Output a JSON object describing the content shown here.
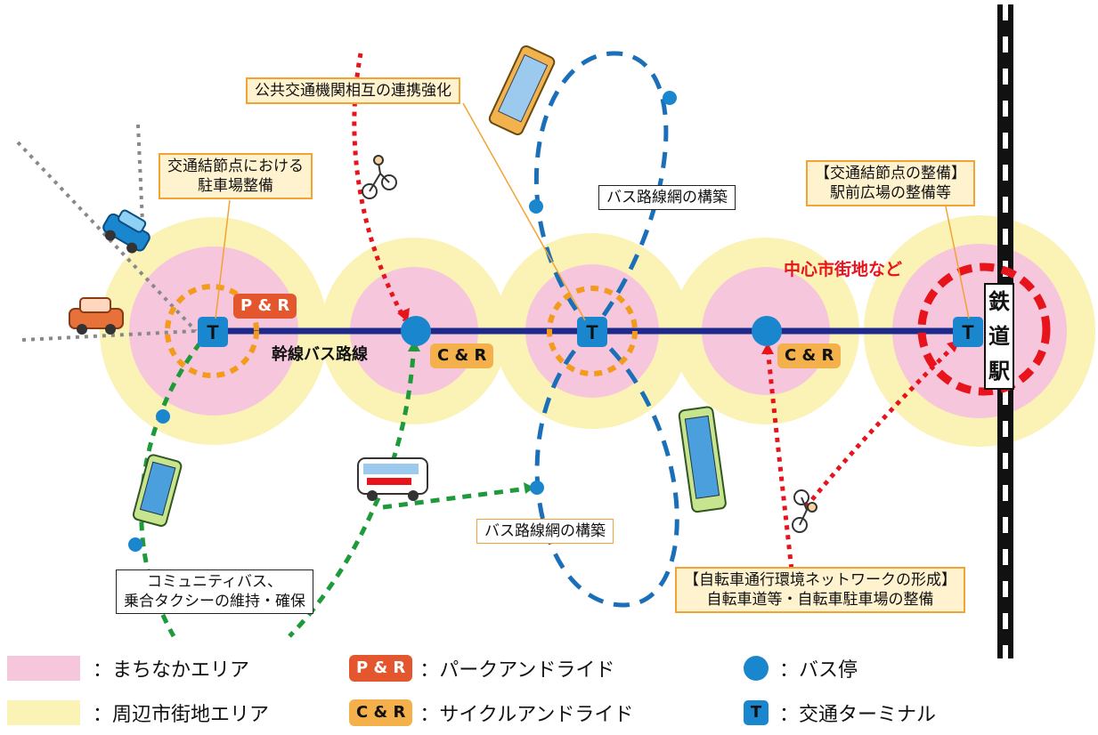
{
  "callouts": {
    "p_r_parking": [
      "交通結節点における",
      "駐車場整備"
    ],
    "coordination": [
      "公共交通機関相互の連携強化"
    ],
    "bus_network_top": [
      "バス路線網の構築"
    ],
    "terminal_dev": [
      "【交通結節点の整備】",
      "駅前広場の整備等"
    ],
    "bus_network_bottom": [
      "バス路線網の構築"
    ],
    "community_bus": [
      "コミュニティバス、",
      "乗合タクシーの維持・確保"
    ],
    "bicycle_network": [
      "【自転車通行環境ネットワークの形成】",
      "自転車道等・自転車駐車場の整備"
    ]
  },
  "labels": {
    "city_center": "中心市街地など",
    "trunk_route": "幹線バス路線",
    "station": [
      "鉄",
      "道",
      "駅"
    ],
    "terminal_badge": "T"
  },
  "badges": {
    "pr": "P & R",
    "cr1": "C & R",
    "cr2": "C & R"
  },
  "legend": [
    {
      "text": "：まちなかエリア"
    },
    {
      "badge": "P & R",
      "text": "：パークアンドライド"
    },
    {
      "text": "：バス停"
    },
    {
      "text": "：周辺市街地エリア"
    },
    {
      "badge": "C & R",
      "text": "：サイクルアンドライド"
    },
    {
      "badge": "T",
      "text": "：交通ターミナル"
    }
  ],
  "colors": {
    "pink": "#f6c6dd",
    "yellow": "#fbf2b6",
    "blue": "#1a86cd",
    "navy": "#1d2a8c",
    "orange": "#f29b1d",
    "red": "#e8141b",
    "green": "#1f9a3a"
  },
  "icons": [
    "car-blue-icon",
    "car-orange-icon",
    "bus-icon",
    "bicycle-icon",
    "minibus-icon"
  ]
}
